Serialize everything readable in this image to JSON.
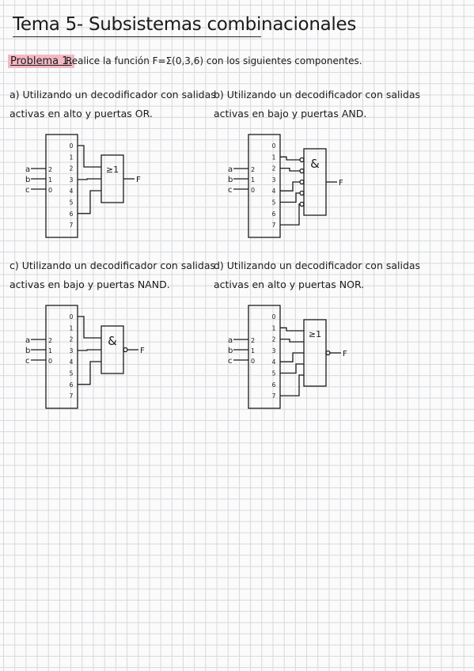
{
  "title": "Tema 5- Subsistemas combinacionales",
  "problem": {
    "label": "Problema 1.",
    "text": "Realice la función F=Σ(0,3,6) con los siguientes componentes."
  },
  "sections": [
    {
      "line1": "a) Utilizando un decodificador con salidas",
      "line2": "activas en alto y puertas OR.",
      "gate_symbol": "≥1",
      "output_bubble": false,
      "input_bubbles": false,
      "inputs": [
        {
          "name": "a",
          "pin": "2"
        },
        {
          "name": "b",
          "pin": "1"
        },
        {
          "name": "c",
          "pin": "0"
        }
      ],
      "outputs": [
        "0",
        "1",
        "2",
        "3",
        "4",
        "5",
        "6",
        "7"
      ],
      "connected_outputs": [
        0,
        3,
        6
      ],
      "output_label": "F"
    },
    {
      "line1": "b) Utilizando un decodificador con salidas",
      "line2": "activas en bajo y puertas AND.",
      "gate_symbol": "&",
      "output_bubble": false,
      "input_bubbles": true,
      "inputs": [
        {
          "name": "a",
          "pin": "2"
        },
        {
          "name": "b",
          "pin": "1"
        },
        {
          "name": "c",
          "pin": "0"
        }
      ],
      "outputs": [
        "0",
        "1",
        "2",
        "3",
        "4",
        "5",
        "6",
        "7"
      ],
      "connected_outputs": [
        1,
        2,
        4,
        5,
        7
      ],
      "output_label": "F"
    },
    {
      "line1": "c) Utilizando un decodificador con salidas",
      "line2": "activas en bajo y puertas NAND.",
      "gate_symbol": "&",
      "output_bubble": true,
      "input_bubbles": false,
      "inputs": [
        {
          "name": "a",
          "pin": "2"
        },
        {
          "name": "b",
          "pin": "1"
        },
        {
          "name": "c",
          "pin": "0"
        }
      ],
      "outputs": [
        "0",
        "1",
        "2",
        "3",
        "4",
        "5",
        "6",
        "7"
      ],
      "connected_outputs": [
        0,
        3,
        6
      ],
      "output_label": "F"
    },
    {
      "line1": "d) Utilizando un decodificador con salidas",
      "line2": "activas en alto y puertas NOR.",
      "gate_symbol": "≥1",
      "output_bubble": true,
      "input_bubbles": false,
      "inputs": [
        {
          "name": "a",
          "pin": "2"
        },
        {
          "name": "b",
          "pin": "1"
        },
        {
          "name": "c",
          "pin": "0"
        }
      ],
      "outputs": [
        "0",
        "1",
        "2",
        "3",
        "4",
        "5",
        "6",
        "7"
      ],
      "connected_outputs": [
        1,
        2,
        4,
        5,
        7
      ],
      "output_label": "F"
    }
  ]
}
